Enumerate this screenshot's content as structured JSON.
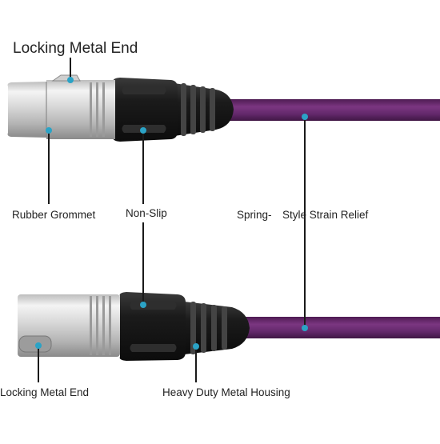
{
  "labels": {
    "top_locking_metal_end": "Locking Metal End",
    "rubber_grommet": "Rubber Grommet",
    "non_slip": "Non-Slip",
    "spring": "Spring-",
    "style_strain_relief": "Style Strain Relief",
    "bottom_locking_metal_end": "Locking Metal End",
    "heavy_duty_metal_housing": "Heavy Duty Metal Housing"
  },
  "colors": {
    "cable": "#6a2a6f",
    "callout_line": "#1a1a1a",
    "callout_dot": "#2ba3c6",
    "metal_light": "#e6e6e6",
    "metal_dark": "#8e8e8e",
    "boot": "#1c1c1c"
  }
}
